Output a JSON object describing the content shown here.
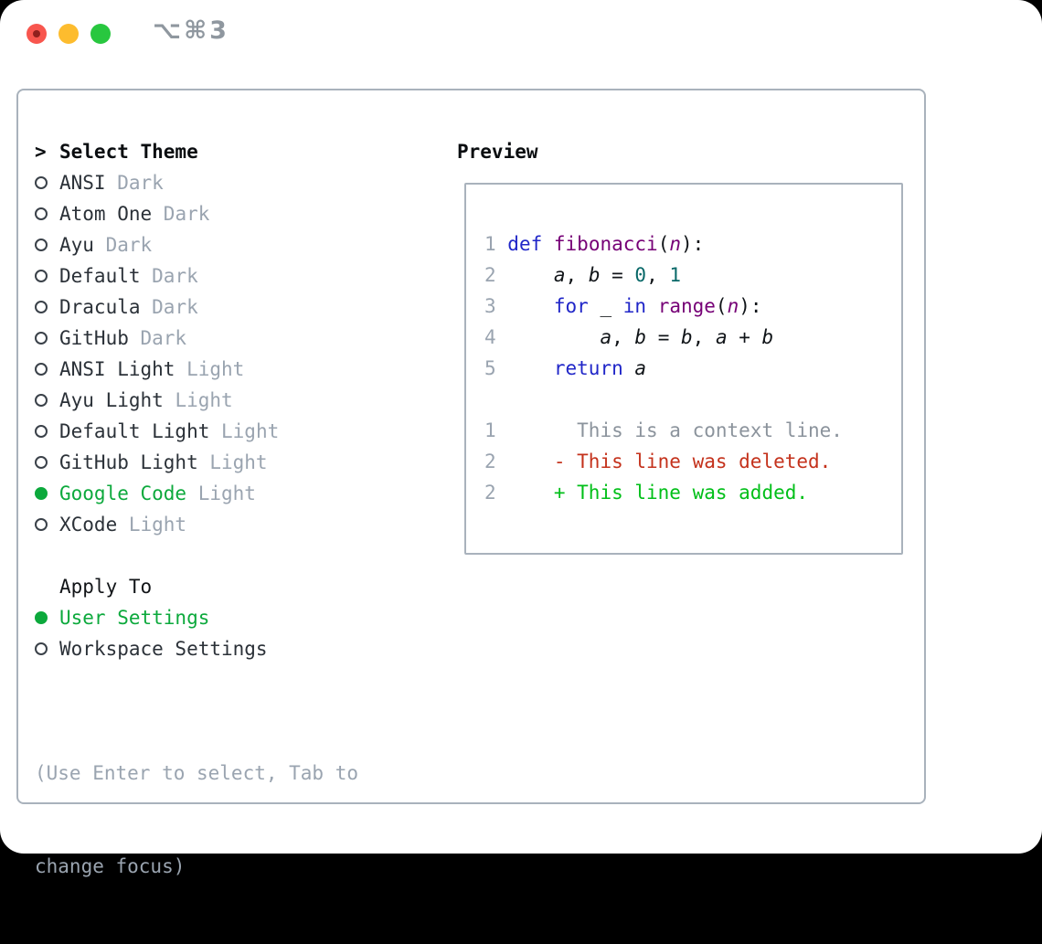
{
  "window": {
    "shortcut": "⌥⌘3"
  },
  "theme_panel": {
    "prompt": ">",
    "title": "Select Theme",
    "themes": [
      {
        "name": "ANSI",
        "variant": "Dark",
        "selected": false
      },
      {
        "name": "Atom One",
        "variant": "Dark",
        "selected": false
      },
      {
        "name": "Ayu",
        "variant": "Dark",
        "selected": false
      },
      {
        "name": "Default",
        "variant": "Dark",
        "selected": false
      },
      {
        "name": "Dracula",
        "variant": "Dark",
        "selected": false
      },
      {
        "name": "GitHub",
        "variant": "Dark",
        "selected": false
      },
      {
        "name": "ANSI Light",
        "variant": "Light",
        "selected": false
      },
      {
        "name": "Ayu Light",
        "variant": "Light",
        "selected": false
      },
      {
        "name": "Default Light",
        "variant": "Light",
        "selected": false
      },
      {
        "name": "GitHub Light",
        "variant": "Light",
        "selected": false
      },
      {
        "name": "Google Code",
        "variant": "Light",
        "selected": true
      },
      {
        "name": "XCode",
        "variant": "Light",
        "selected": false
      }
    ],
    "apply_to": {
      "title": "Apply To",
      "options": [
        {
          "label": "User Settings",
          "selected": true
        },
        {
          "label": "Workspace Settings",
          "selected": false
        }
      ]
    },
    "help_lines": [
      "(Use Enter to select, Tab to",
      "change focus)"
    ]
  },
  "preview": {
    "title": "Preview",
    "lines": [
      {
        "num": "1",
        "tokens": [
          [
            "kw",
            "def"
          ],
          [
            "pln",
            " "
          ],
          [
            "fn",
            "fibonacci"
          ],
          [
            "pln",
            "("
          ],
          [
            "arg",
            "n"
          ],
          [
            "pln",
            "):"
          ]
        ]
      },
      {
        "num": "2",
        "tokens": [
          [
            "pln",
            "    "
          ],
          [
            "var",
            "a"
          ],
          [
            "pln",
            ", "
          ],
          [
            "var",
            "b"
          ],
          [
            "pln",
            " = "
          ],
          [
            "lit",
            "0"
          ],
          [
            "pln",
            ", "
          ],
          [
            "lit",
            "1"
          ]
        ]
      },
      {
        "num": "3",
        "tokens": [
          [
            "pln",
            "    "
          ],
          [
            "kw",
            "for"
          ],
          [
            "pln",
            " _ "
          ],
          [
            "kw",
            "in"
          ],
          [
            "pln",
            " "
          ],
          [
            "fn",
            "range"
          ],
          [
            "pln",
            "("
          ],
          [
            "arg",
            "n"
          ],
          [
            "pln",
            "):"
          ]
        ]
      },
      {
        "num": "4",
        "tokens": [
          [
            "pln",
            "        "
          ],
          [
            "var",
            "a"
          ],
          [
            "pln",
            ", "
          ],
          [
            "var",
            "b"
          ],
          [
            "pln",
            " = "
          ],
          [
            "var",
            "b"
          ],
          [
            "pln",
            ", "
          ],
          [
            "var",
            "a"
          ],
          [
            "pln",
            " + "
          ],
          [
            "var",
            "b"
          ]
        ]
      },
      {
        "num": "5",
        "tokens": [
          [
            "pln",
            "    "
          ],
          [
            "kw",
            "return"
          ],
          [
            "pln",
            " "
          ],
          [
            "var",
            "a"
          ]
        ]
      },
      {
        "num": "",
        "tokens": []
      },
      {
        "num": "1",
        "tokens": [
          [
            "ctx",
            "      This is a context line."
          ]
        ]
      },
      {
        "num": "2",
        "tokens": [
          [
            "del",
            "    - This line was deleted."
          ]
        ]
      },
      {
        "num": "2",
        "tokens": [
          [
            "add",
            "    + This line was added."
          ]
        ]
      }
    ]
  },
  "colors": {
    "accent_green": "#0ca93c",
    "diff_added": "#00bf18",
    "diff_deleted": "#c4321c",
    "syntax_keyword": "#2026c8",
    "syntax_function": "#760076",
    "syntax_literal": "#086868",
    "line_number": "#9aa4b0",
    "context_gray": "#8b939c",
    "muted_gray": "#9aa4b0",
    "text": "#2b3138",
    "border": "#a9b2bc"
  }
}
